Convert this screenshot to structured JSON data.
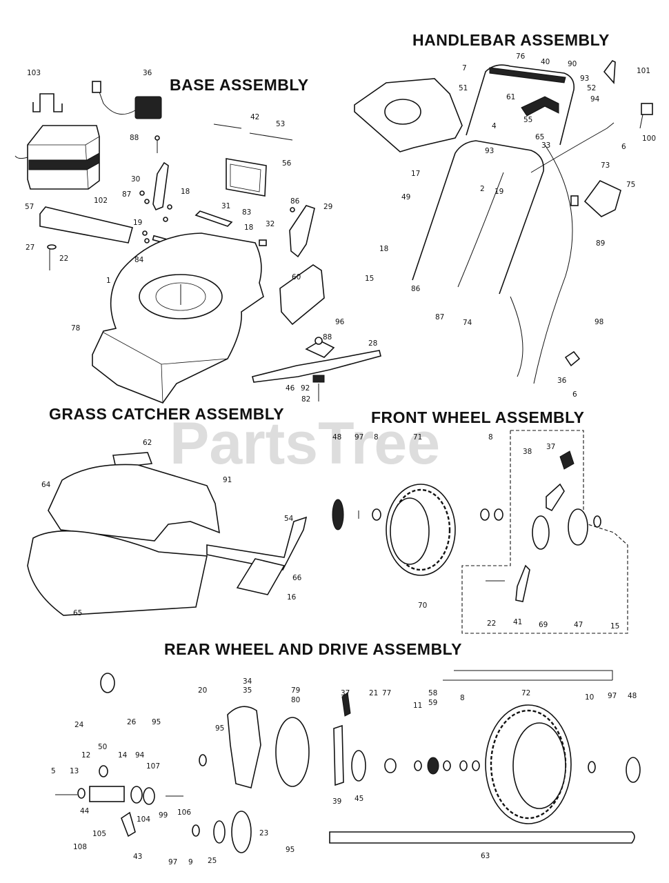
{
  "sections": {
    "base": "BASE ASSEMBLY",
    "handlebar": "HANDLEBAR ASSEMBLY",
    "grass_catcher": "GRASS CATCHER ASSEMBLY",
    "front_wheel": "FRONT WHEEL ASSEMBLY",
    "rear_wheel": "REAR WHEEL AND DRIVE ASSEMBLY"
  },
  "watermark": "PartsTree",
  "callouts": {
    "base": [
      "103",
      "36",
      "88",
      "30",
      "87",
      "18",
      "31",
      "83",
      "86",
      "29",
      "57",
      "19",
      "18",
      "32",
      "27",
      "22",
      "84",
      "1",
      "60",
      "78",
      "96",
      "88",
      "28",
      "46",
      "92",
      "82",
      "42",
      "53",
      "56",
      "102"
    ],
    "handlebar": [
      "7",
      "76",
      "40",
      "90",
      "101",
      "51",
      "93",
      "52",
      "61",
      "94",
      "100",
      "4",
      "55",
      "65",
      "33",
      "6",
      "17",
      "93",
      "73",
      "2",
      "19",
      "75",
      "49",
      "89",
      "18",
      "15",
      "86",
      "87",
      "74",
      "98",
      "36",
      "6"
    ],
    "grass_catcher": [
      "62",
      "64",
      "91",
      "54",
      "66",
      "16",
      "65"
    ],
    "front_wheel": [
      "48",
      "97",
      "8",
      "71",
      "8",
      "38",
      "37",
      "70",
      "22",
      "41",
      "69",
      "47",
      "15"
    ],
    "rear_wheel": [
      "24",
      "26",
      "95",
      "34",
      "35",
      "20",
      "79",
      "80",
      "37",
      "21",
      "77",
      "58",
      "59",
      "8",
      "11",
      "72",
      "10",
      "97",
      "48",
      "12",
      "50",
      "14",
      "94",
      "107",
      "5",
      "13",
      "44",
      "104",
      "99",
      "106",
      "108",
      "105",
      "43",
      "95",
      "39",
      "45",
      "23",
      "97",
      "9",
      "25",
      "95",
      "63"
    ]
  }
}
